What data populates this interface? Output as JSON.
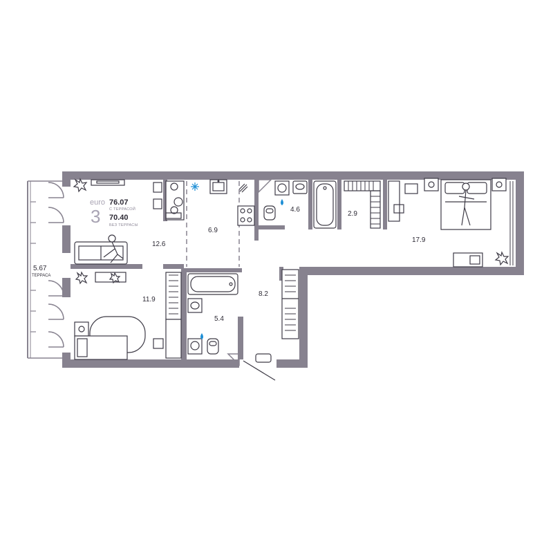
{
  "header": {
    "euro_label": "euro",
    "rooms_count": "3",
    "area_with_terrace": "76.07",
    "with_terrace_label": "С ТЕРРАСОЙ",
    "area_without_terrace": "70.40",
    "without_terrace_label": "БЕЗ ТЕРРАСЫ"
  },
  "terrace": {
    "area": "5.67",
    "label": "ТЕРРАСА"
  },
  "rooms": {
    "living": "12.6",
    "kitchen": "6.9",
    "bathroom": "4.6",
    "wardrobe": "2.9",
    "bedroom_master": "17.9",
    "bedroom_second": "11.9",
    "washroom": "5.4",
    "hallway": "8.2"
  },
  "colors": {
    "wall": "#87828f",
    "furniture_stroke": "#3d3a45",
    "water_drop": "#1e8fd6",
    "snow": "#1e8fd6"
  }
}
